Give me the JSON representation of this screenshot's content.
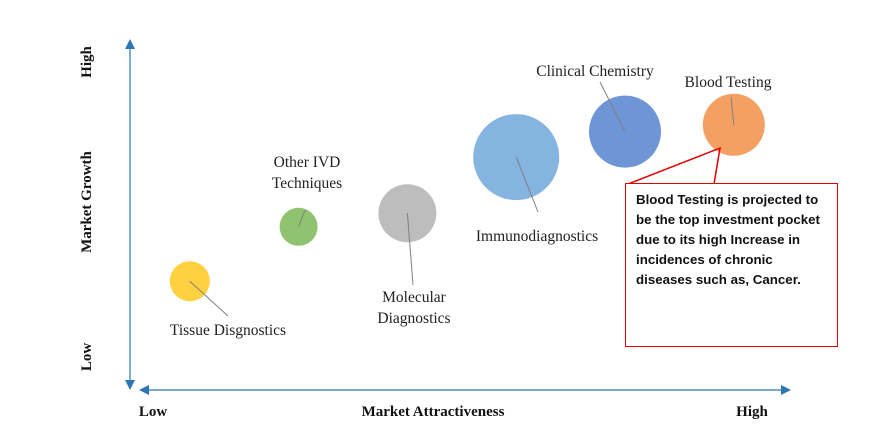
{
  "chart_data": {
    "type": "scatter",
    "subtype": "bubble",
    "title": "",
    "xlabel": "Market Attractiveness",
    "ylabel": "Market Growth",
    "x_tick_labels": [
      "Low",
      "High"
    ],
    "y_tick_labels": [
      "Low",
      "High"
    ],
    "xlim": [
      0,
      10
    ],
    "ylim": [
      0,
      10
    ],
    "grid": false,
    "points": [
      {
        "name": "Tissue Disgnostics",
        "label_lines": [
          "Tissue Disgnostics"
        ],
        "x": 0.7,
        "y": 3.2,
        "size": 20,
        "color": "#FFD03F"
      },
      {
        "name": "Other IVD Techniques",
        "label_lines": [
          "Other IVD",
          "Techniques"
        ],
        "x": 2.4,
        "y": 4.8,
        "size": 19,
        "color": "#8FC36F"
      },
      {
        "name": "Molecular Diagnostics",
        "label_lines": [
          "Molecular",
          "Diagnostics"
        ],
        "x": 4.1,
        "y": 5.2,
        "size": 29,
        "color": "#BDBDBD"
      },
      {
        "name": "Immunodiagnostics",
        "label_lines": [
          "Immunodiagnostics"
        ],
        "x": 5.8,
        "y": 6.85,
        "size": 43,
        "color": "#86B4E0"
      },
      {
        "name": "Clinical Chemistry",
        "label_lines": [
          "Clinical Chemistry"
        ],
        "x": 7.5,
        "y": 7.6,
        "size": 36,
        "color": "#6E96D6"
      },
      {
        "name": "Blood Testing",
        "label_lines": [
          "Blood Testing"
        ],
        "x": 9.2,
        "y": 7.8,
        "size": 31,
        "color": "#F4A062"
      }
    ],
    "annotation": "Blood Testing is projected to be the top investment pocket due to its high Increase in incidences of chronic diseases such as, Cancer.",
    "axis_color": "#2E75B6",
    "callout_color": "#E00000"
  }
}
